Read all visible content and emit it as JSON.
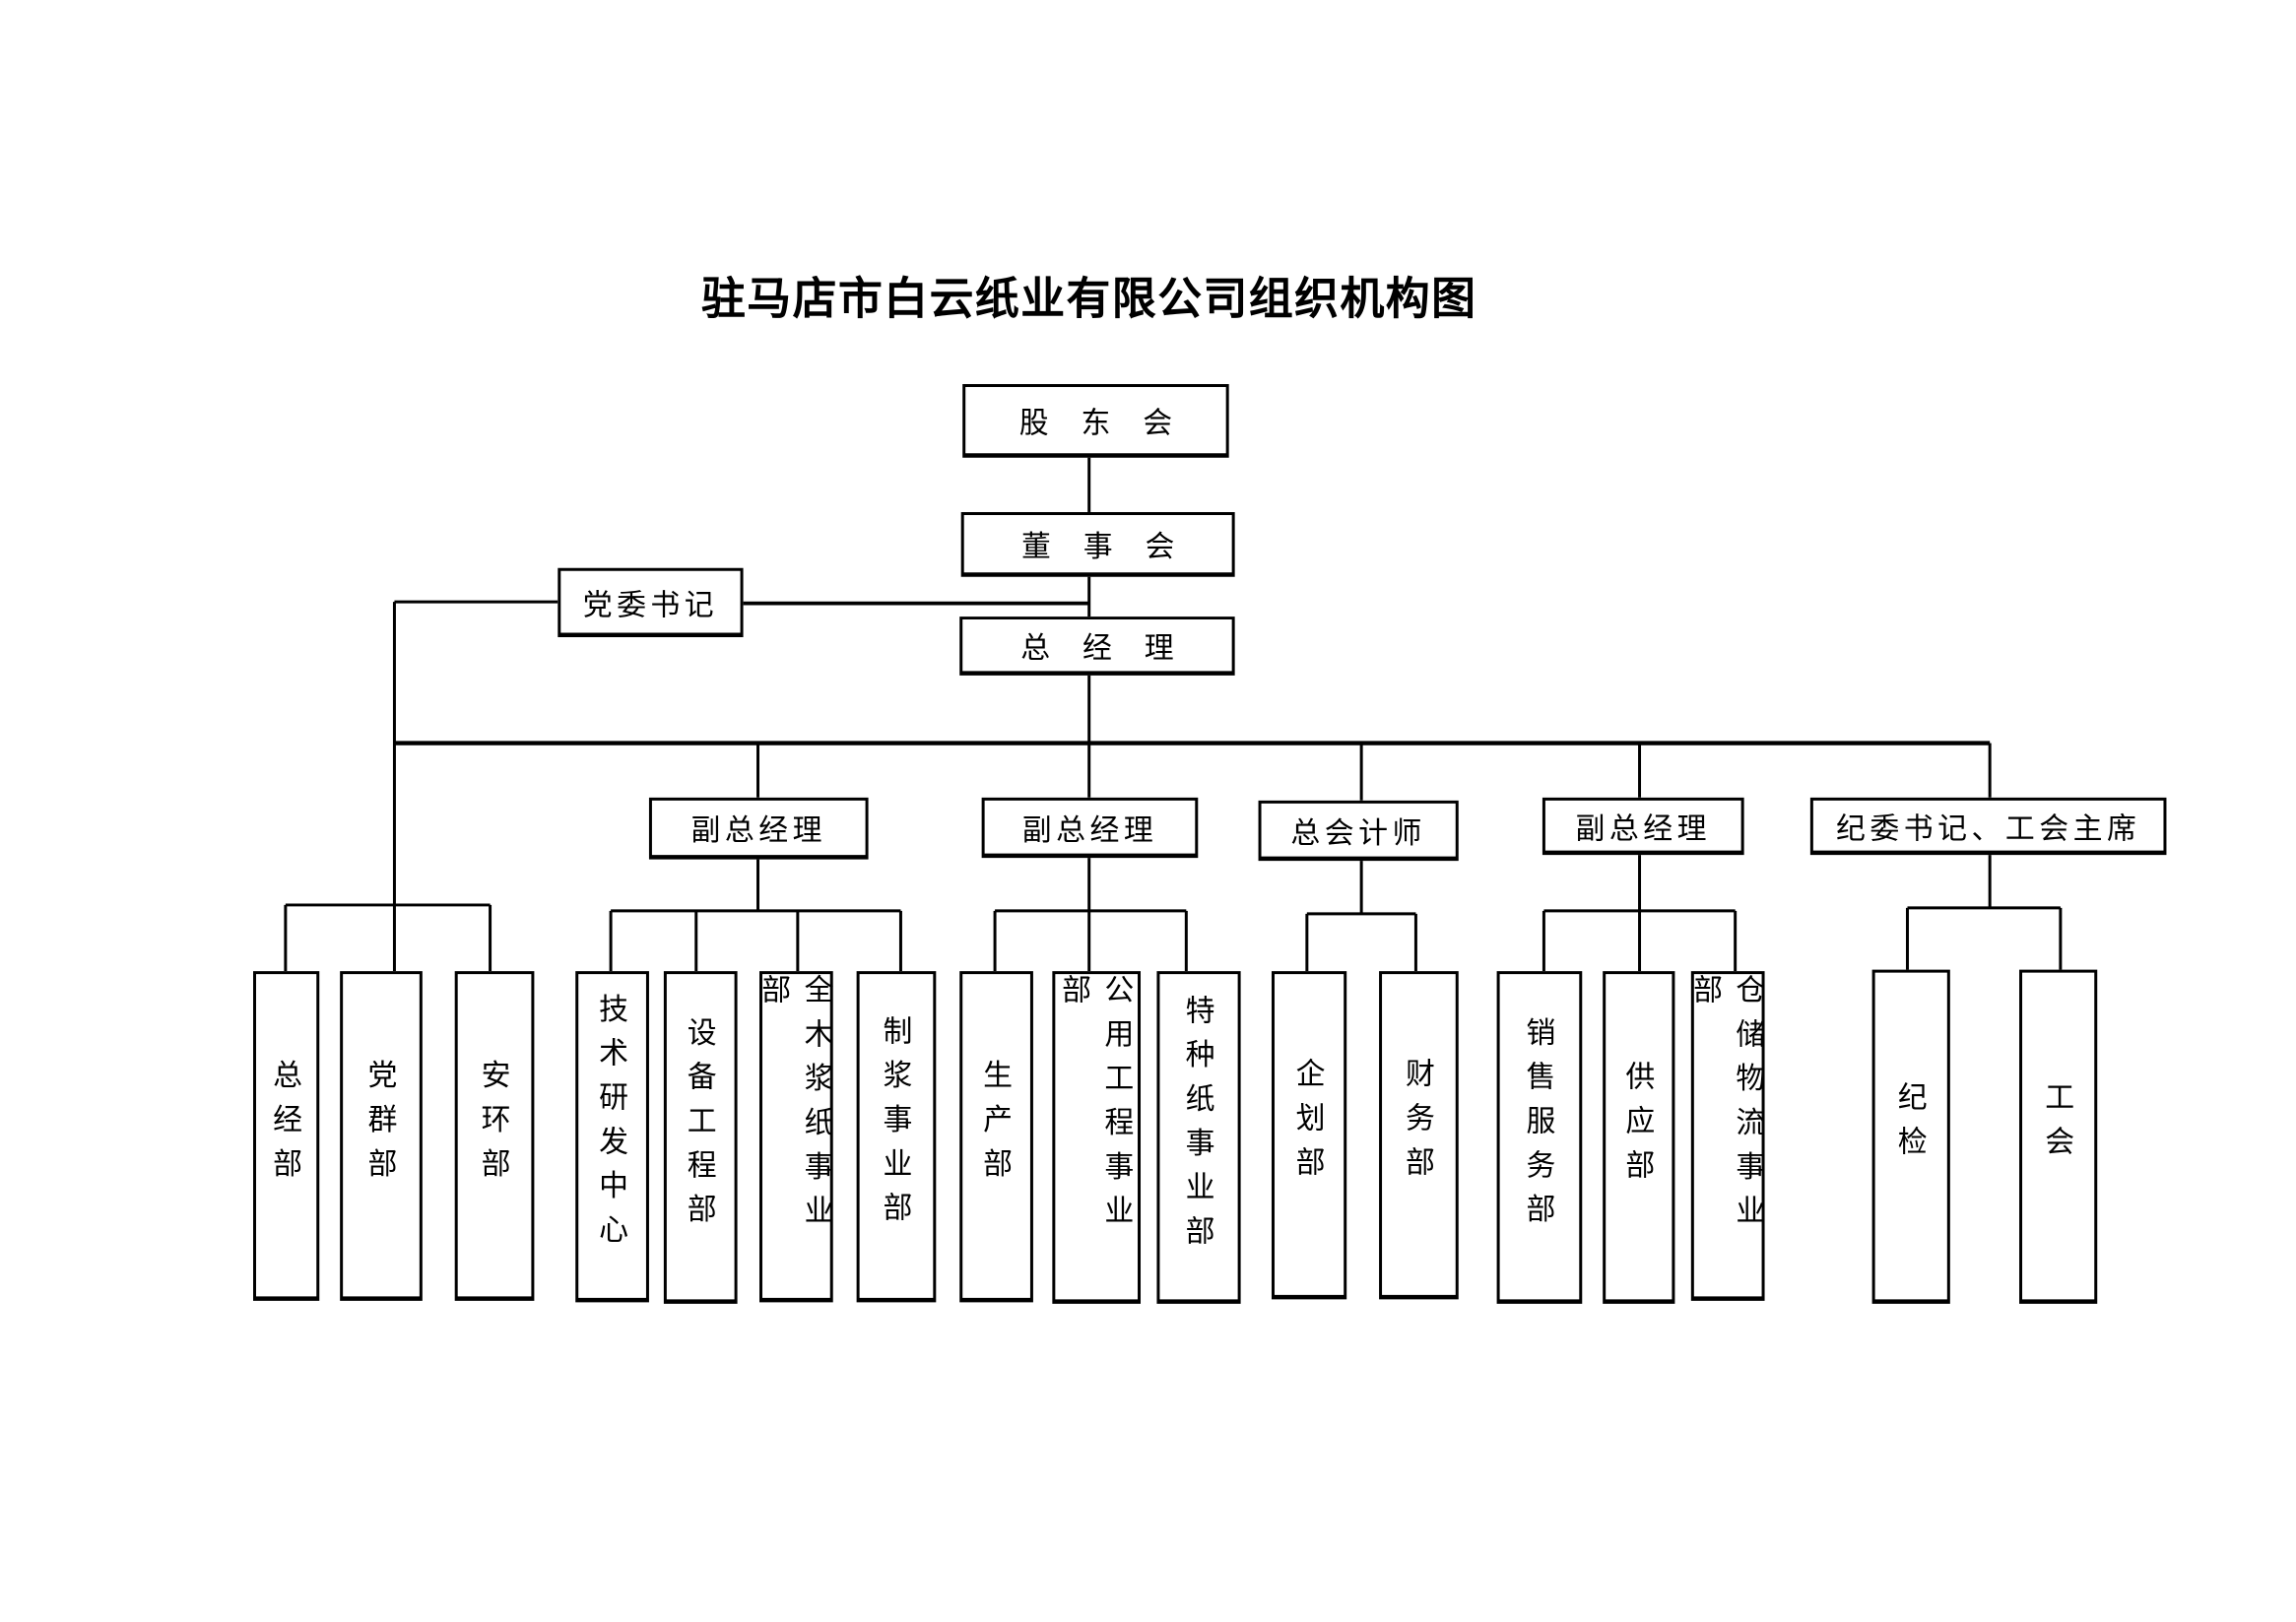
{
  "title": "驻马店市白云纸业有限公司组织机构图",
  "top": {
    "shareholders": "股东会",
    "board": "董事会",
    "party_secretary": "党委书记",
    "general_manager": "总经理"
  },
  "level2": [
    "副总经理",
    "副总经理",
    "总会计师",
    "副总经理",
    "纪委书记、工会主席"
  ],
  "departments": {
    "party": [
      "总经部",
      "党群部",
      "安环部"
    ],
    "vgm1": [
      "技术研发中心",
      "设备工程部",
      "全木浆纸事业部",
      "制浆事业部"
    ],
    "vgm2": [
      "生产部",
      "公用工程事业部",
      "特种纸事业部"
    ],
    "cfo": [
      "企划部",
      "财务部"
    ],
    "vgm3": [
      "销售服务部",
      "供应部",
      "仓储物流事业部"
    ],
    "discipline": [
      "纪检",
      "工会"
    ]
  }
}
